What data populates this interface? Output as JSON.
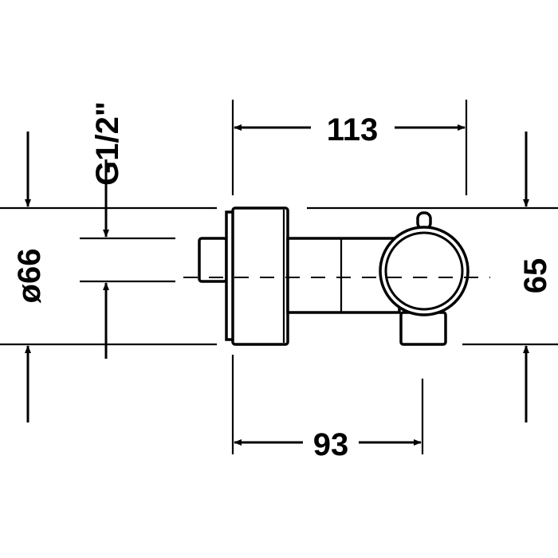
{
  "dimensions": {
    "width_total": "113",
    "width_body": "93",
    "diameter": "ø66",
    "height": "65",
    "thread": "G1/2\""
  }
}
